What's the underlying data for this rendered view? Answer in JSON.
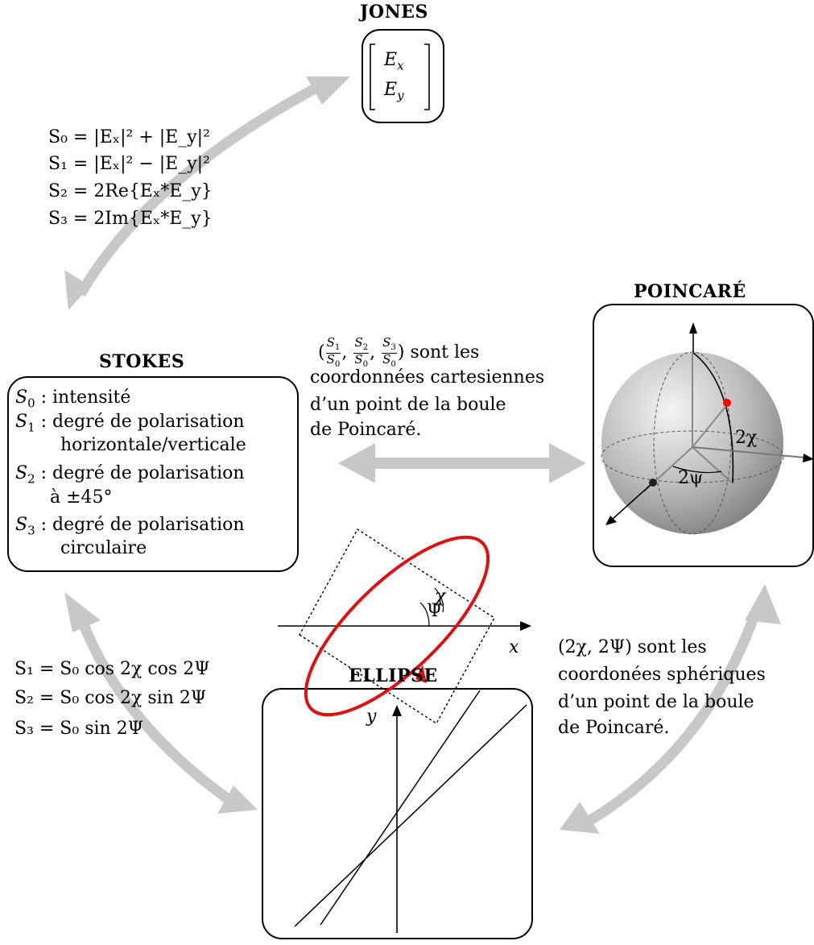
{
  "jones": {
    "title": "JONES",
    "vector_top": "E",
    "vector_top_sub": "x",
    "vector_bottom": "E",
    "vector_bottom_sub": "y"
  },
  "stokes": {
    "title": "STOKES",
    "items": [
      {
        "symbol": "S",
        "sub": "0",
        "text": ": intensité",
        "cont": ""
      },
      {
        "symbol": "S",
        "sub": "1",
        "text": ": degré de polarisation",
        "cont": "horizontale/verticale"
      },
      {
        "symbol": "S",
        "sub": "2",
        "text": ": degré de polarisation",
        "cont": "à ±45°"
      },
      {
        "symbol": "S",
        "sub": "3",
        "text": ": degré de polarisation",
        "cont": "circulaire"
      }
    ]
  },
  "poincare": {
    "title": "POINCARÉ",
    "label_2chi": "2χ",
    "label_2psi": "2ψ"
  },
  "ellipse": {
    "title": "ELLIPSE",
    "axis_y": "y",
    "axis_x": "x",
    "label_chi": "χ",
    "label_psi": "Ψ"
  },
  "jones_to_stokes": [
    "S₀ = |Eₓ|² + |E_y|²",
    "S₁ = |Eₓ|² − |E_y|²",
    "S₂ = 2Re{Eₓ*E_y}",
    "S₃ = 2Im{Eₓ*E_y}"
  ],
  "stokes_to_poincare": {
    "line1_suffix": ") sont les",
    "line2": "coordonnées cartesiennes",
    "line3": "d’un point de la boule",
    "line4": "de Poincaré."
  },
  "ellipse_to_stokes": [
    "S₁ = S₀ cos 2χ cos 2Ψ",
    "S₂ = S₀ cos 2χ sin 2Ψ",
    "S₃ = S₀ sin 2Ψ"
  ],
  "ellipse_to_poincare": {
    "line1": "(2χ, 2Ψ) sont les",
    "line2": "coordonées sphériques",
    "line3": "d’un point de la boule",
    "line4": "de Poincaré."
  },
  "colors": {
    "arrow_gray": "#c8c8c8",
    "ellipse_red": "#e01010",
    "point_red": "#ff0000"
  }
}
